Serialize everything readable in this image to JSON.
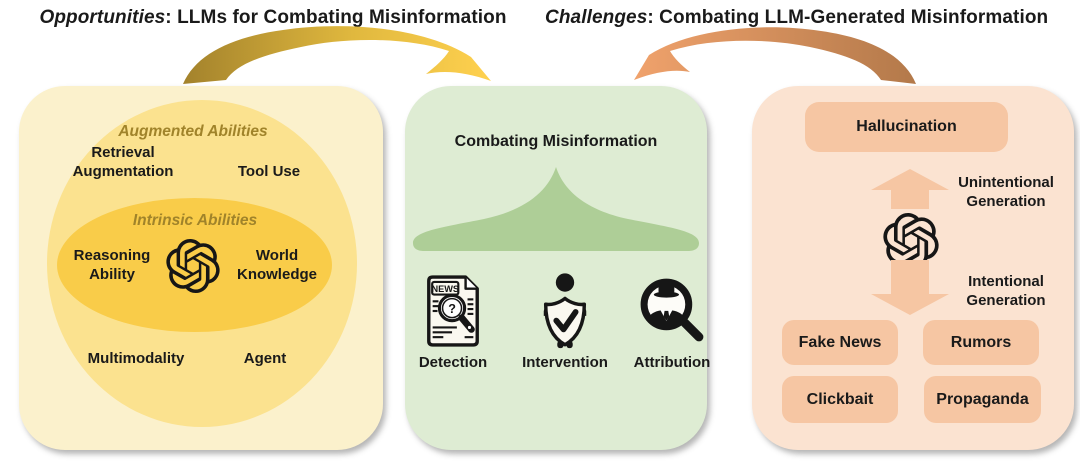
{
  "headers": {
    "left": {
      "italic": "Opportunities",
      "rest": ": LLMs for Combating Misinformation"
    },
    "right": {
      "italic": "Challenges",
      "rest": ": Combating LLM-Generated Misinformation"
    }
  },
  "left_panel": {
    "augmented_label": "Augmented Abilities",
    "retrieval": "Retrieval Augmentation",
    "tool_use": "Tool Use",
    "intrinsic_label": "Intrinsic Abilities",
    "reasoning": "Reasoning Ability",
    "world_knowledge": "World Knowledge",
    "multimodality": "Multimodality",
    "agent": "Agent"
  },
  "middle_panel": {
    "title": "Combating Misinformation",
    "news_label": "NEWS",
    "question_glyph": "?",
    "items": [
      {
        "label": "Detection"
      },
      {
        "label": "Intervention"
      },
      {
        "label": "Attribution"
      }
    ]
  },
  "right_panel": {
    "hallucination": "Hallucination",
    "unintentional": "Unintentional Generation",
    "intentional": "Intentional Generation",
    "boxes": [
      {
        "label": "Fake News"
      },
      {
        "label": "Rumors"
      },
      {
        "label": "Clickbait"
      },
      {
        "label": "Propaganda"
      }
    ]
  },
  "colors": {
    "panel_left_bg": "#FBF1CC",
    "ellipse_outer": "#FBE28F",
    "ellipse_inner": "#F9CC49",
    "abilities_label": "#A0832A",
    "panel_mid_bg": "#DEECD3",
    "brace_green": "#AECE97",
    "panel_right_bg": "#FBE3D1",
    "peach_box": "#F6C6A3",
    "arrow_yellow_tail": "#A3822C",
    "arrow_yellow_head": "#FFD14F",
    "arrow_orange_head": "#F0A26C",
    "arrow_orange_tail": "#B3794A",
    "text_dark": "#1A1A1A"
  }
}
